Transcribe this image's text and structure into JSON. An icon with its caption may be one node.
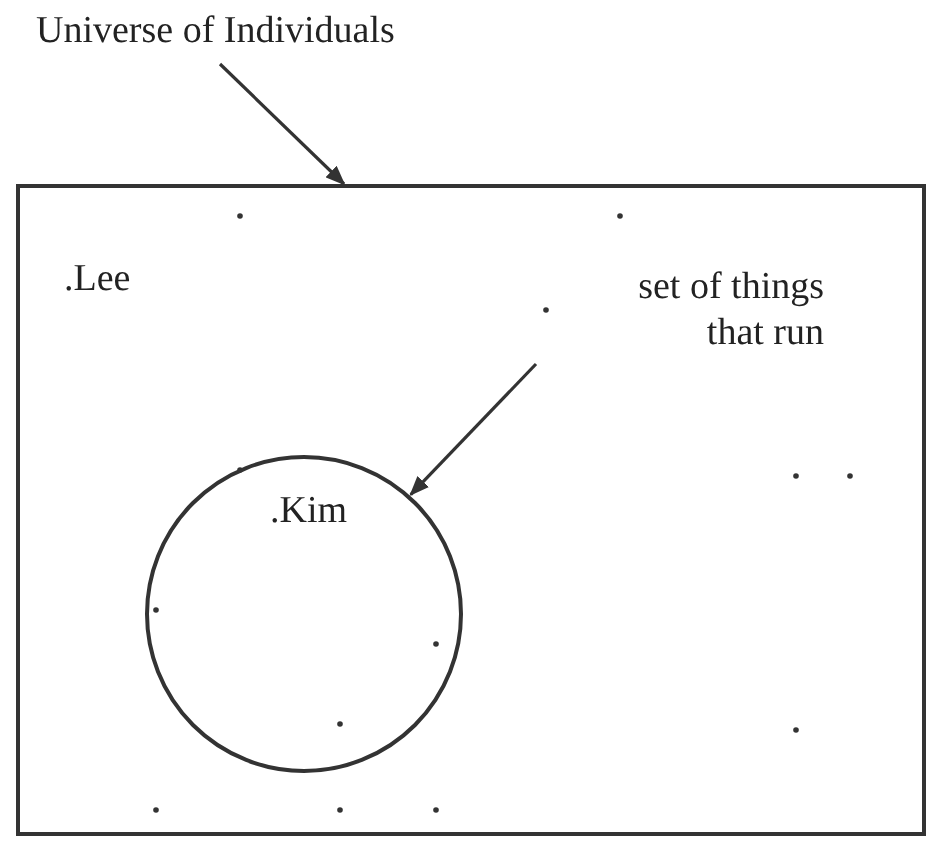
{
  "diagram": {
    "nodes": [
      {
        "text": [
          "Universe of Individuals"
        ]
      },
      {
        "text": [],
        "shape": "box"
      },
      {
        "text": [
          "set of things that run"
        ],
        "in": 1
      },
      {
        "text": [],
        "shape": "circle",
        "in": 1
      }
    ],
    "edges": [
      {
        "from": 0,
        "to": 1,
        "arrow": "to"
      },
      {
        "from": 2,
        "to": 3,
        "arrow": "to"
      }
    ],
    "labels": [
      ".Lee",
      ".Kim"
    ]
  }
}
